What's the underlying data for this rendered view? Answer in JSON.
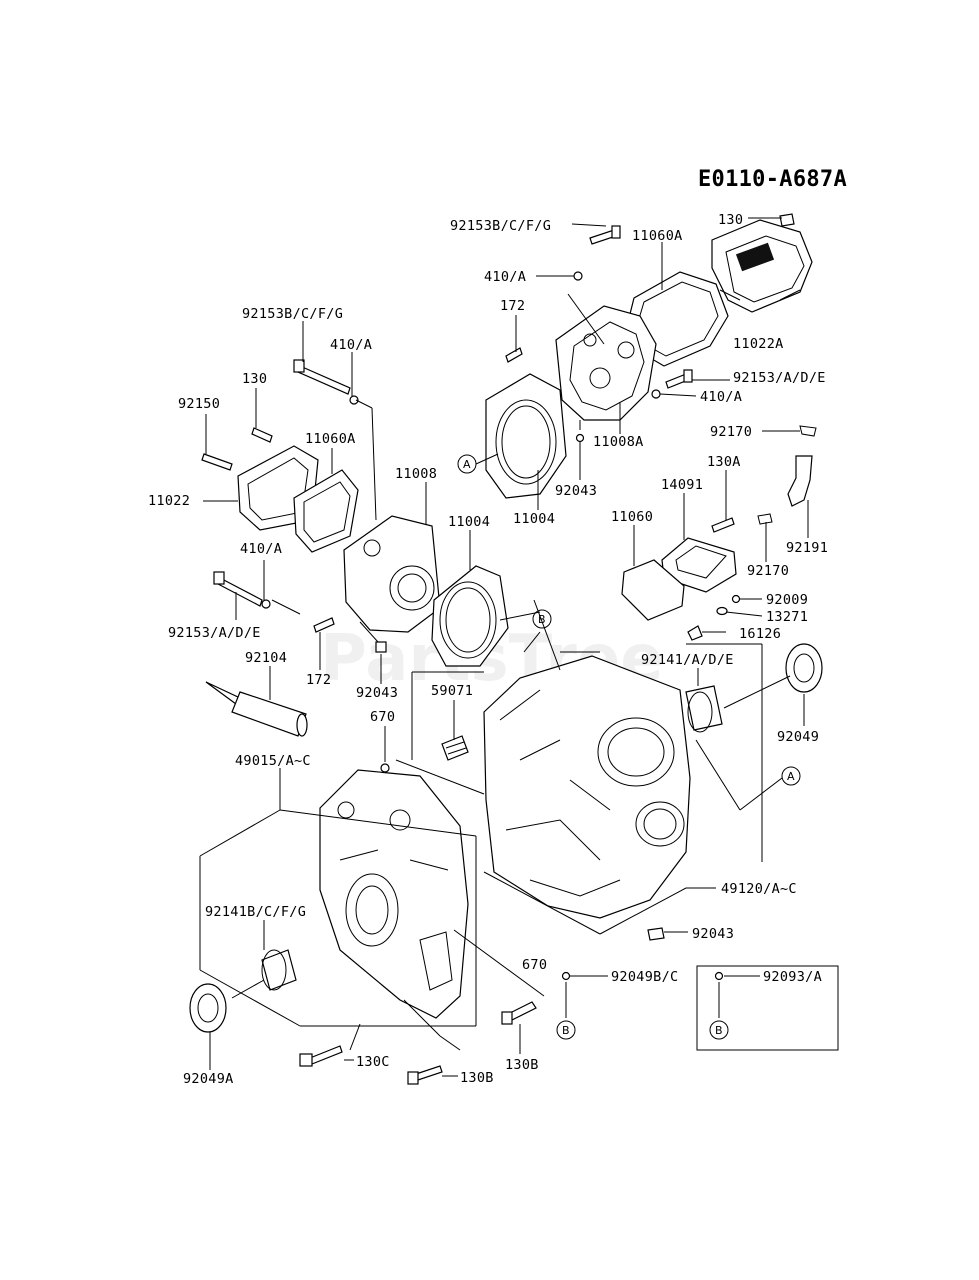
{
  "diagram_code": "E0110-A687A",
  "watermark": "PartsTree",
  "callouts": {
    "A": "A",
    "B": "B"
  },
  "labels": {
    "p130_top": "130",
    "p11060A_top": "11060A",
    "p92153BCFG_top": "92153B/C/F/G",
    "p410A_top": "410/A",
    "p172_top": "172",
    "p11022A": "11022A",
    "p92153ADE_right": "92153/A/D/E",
    "p410A_right": "410/A",
    "p92153BCFG_left": "92153B/C/F/G",
    "p410A_left": "410/A",
    "p130_left": "130",
    "p92150": "92150",
    "p11060A_left": "11060A",
    "p11008": "11008",
    "p11022": "11022",
    "p11004_left": "11004",
    "p11004_mid": "11004",
    "p92043_mid": "92043",
    "p11008A": "11008A",
    "p92170_top": "92170",
    "p130A": "130A",
    "p14091": "14091",
    "p11060": "11060",
    "p92191": "92191",
    "p92170_mid": "92170",
    "p92009": "92009",
    "p13271": "13271",
    "p16126": "16126",
    "p410A_mid": "410/A",
    "p92153ADE_left": "92153/A/D/E",
    "p172_left": "172",
    "p92043_left": "92043",
    "p92104": "92104",
    "p670_top": "670",
    "p59071": "59071",
    "p92141ADE": "92141/A/D/E",
    "p92049": "92049",
    "p49015": "49015/A~C",
    "p49120": "49120/A~C",
    "p92043_bottom": "92043",
    "p92141BCFG": "92141B/C/F/G",
    "p670_bottom": "670",
    "p92049BC": "92049B/C",
    "p92093A": "92093/A",
    "p130B_right": "130B",
    "p130C": "130C",
    "p130B_bottom": "130B",
    "p92049A": "92049A"
  }
}
